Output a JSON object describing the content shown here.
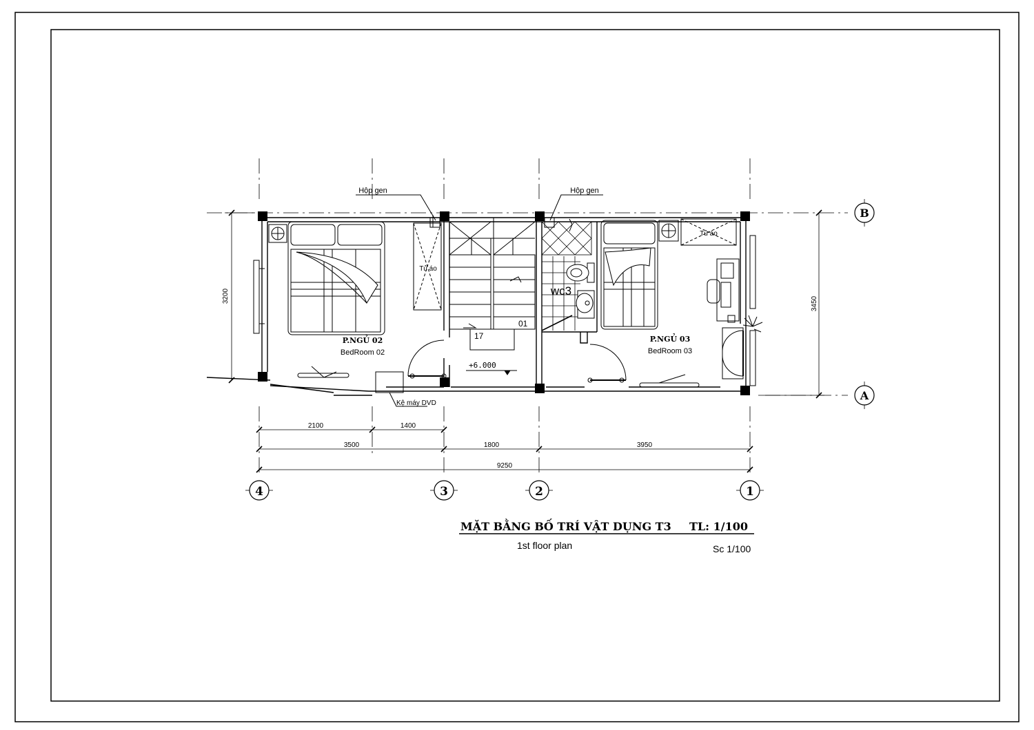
{
  "title": {
    "main": "MẶT BẰNG BỐ TRÍ VẬT DỤNG T3",
    "scale": "TL: 1/100",
    "subtitle": "1st floor plan",
    "scale_en": "Sc 1/100"
  },
  "axes": {
    "columns": [
      "4",
      "3",
      "2",
      "1"
    ],
    "rows": [
      "B",
      "A"
    ]
  },
  "rooms": {
    "bedroom02_vn": "P.NGỦ 02",
    "bedroom02_en": "BedRoom 02",
    "bedroom03_vn": "P.NGỦ 03",
    "bedroom03_en": "BedRoom 03",
    "wc": "wc3"
  },
  "labels": {
    "hop_gen_left": "Hộp gen",
    "hop_gen_right": "Hộp gen",
    "tu_ao_left": "Tủ áo",
    "tu_ao_right": "Tủ áo",
    "ke_may_dvd": "Kệ máy DVD",
    "stair_top": "17",
    "stair_bottom": "01",
    "level": "+6.000"
  },
  "dimensions": {
    "row1": [
      "2100",
      "1400"
    ],
    "row2": [
      "3500",
      "1800",
      "3950"
    ],
    "total": "9250",
    "left_vertical": "3200",
    "right_vertical": "3450"
  },
  "colors": {
    "line": "#000000",
    "paper": "#ffffff"
  }
}
